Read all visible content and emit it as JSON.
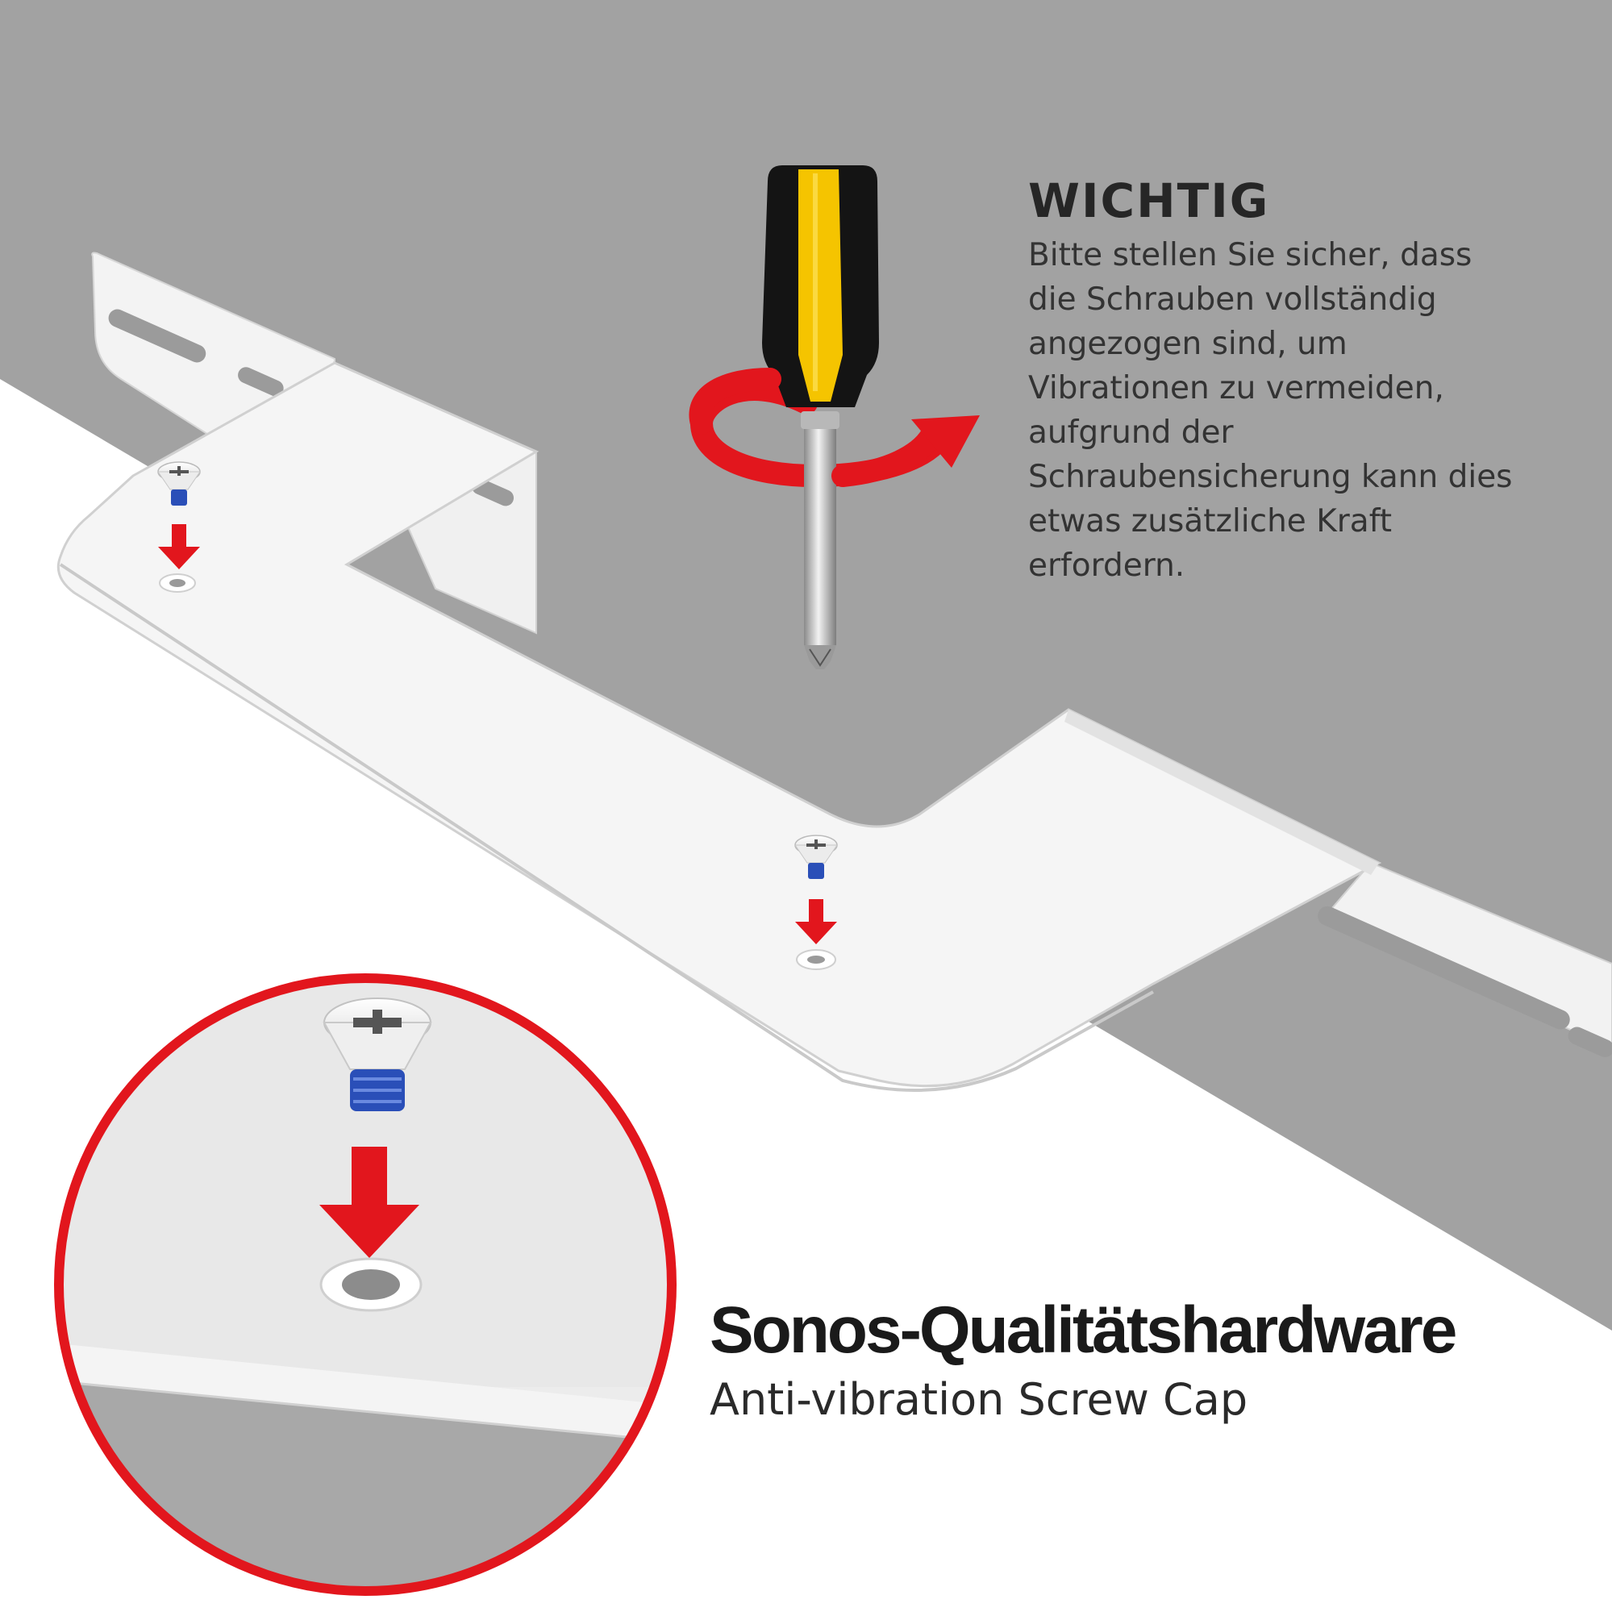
{
  "notice": {
    "heading": "WICHTIG",
    "body": "Bitte stellen Sie sicher, dass die Schrauben vollständig angezogen sind, um Vibrationen zu vermeiden, aufgrund der Schraubensicherung kann dies etwas zusätzliche Kraft erfordern."
  },
  "caption": {
    "title": "Sonos-Qualitätshardware",
    "subtitle": "Anti-vibration Screw Cap"
  },
  "colors": {
    "wall": "#a2a2a2",
    "floor": "#ffffff",
    "bracket": "#f4f4f4",
    "accent_red": "#e2161d",
    "thread_blue": "#2a4fb8",
    "handle_yellow": "#f5c400",
    "handle_black": "#141414"
  },
  "icons": [
    "screwdriver-icon",
    "rotation-arrow-icon",
    "screw-icon",
    "down-arrow-icon",
    "magnifier-circle"
  ]
}
